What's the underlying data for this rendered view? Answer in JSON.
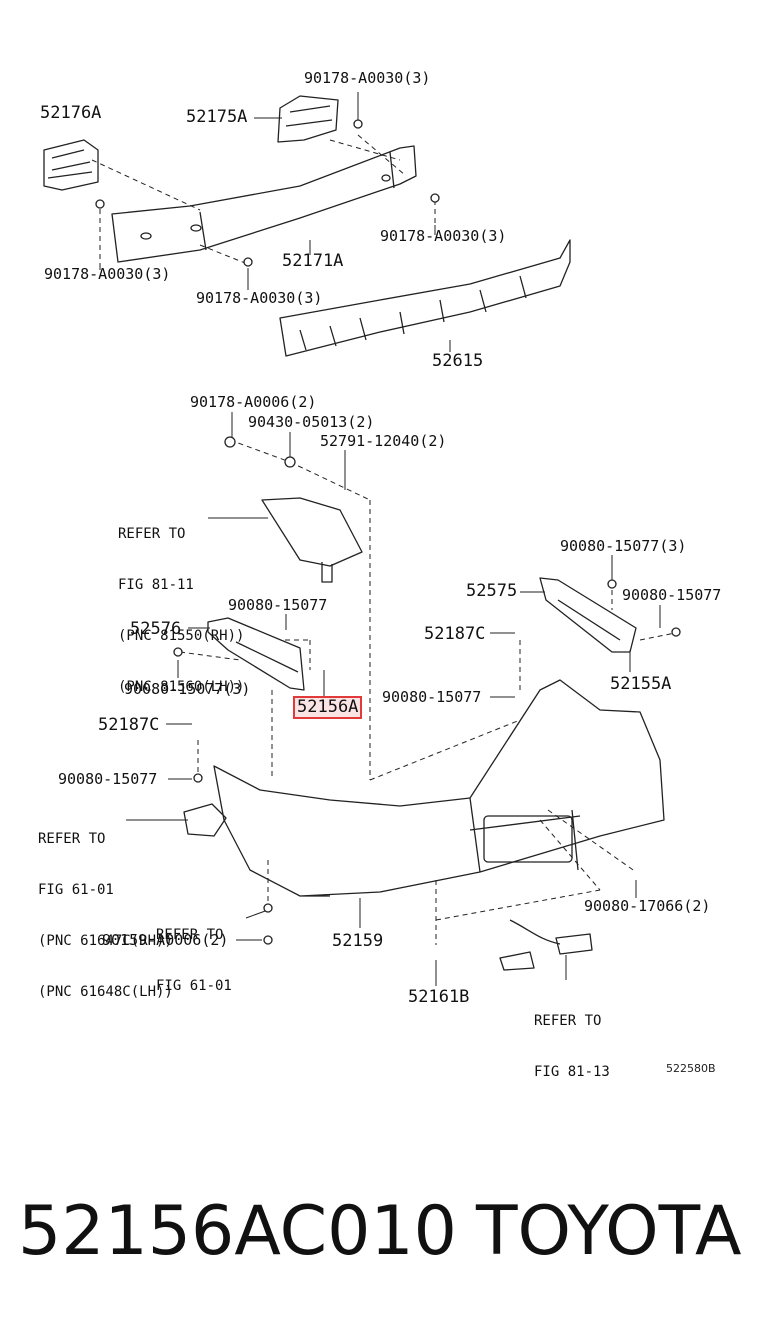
{
  "labels": {
    "p52176A": "52176A",
    "p52175A": "52175A",
    "p90178_A0030_top": "90178-A0030(3)",
    "p90178_A0030_right": "90178-A0030(3)",
    "p90178_A0030_left": "90178-A0030(3)",
    "p90178_A0030_mid": "90178-A0030(3)",
    "p52171A": "52171A",
    "p52615": "52615",
    "p90178_A0006": "90178-A0006(2)",
    "p90430_05013": "90430-05013(2)",
    "p52791_12040": "52791-12040(2)",
    "p90080_15077_3a": "90080-15077(3)",
    "p52575": "52575",
    "p90080_15077_r": "90080-15077",
    "p90080_15077_a": "90080-15077",
    "p52576": "52576",
    "p52187C_r": "52187C",
    "p52155A": "52155A",
    "p90080_15077_3b": "90080-15077(3)",
    "p52156A": "52156A",
    "p90080_15077_c": "90080-15077",
    "p52187C_l": "52187C",
    "p90080_15077_l": "90080-15077",
    "p90080_17066": "90080-17066(2)",
    "p52159": "52159",
    "p90159_A0006": "90159-A0006(2)",
    "p52161B": "52161B"
  },
  "refs": {
    "lamp": [
      "REFER TO",
      "FIG 81-11",
      "(PNC 81550(RH))",
      "(PNC 81560(LH))"
    ],
    "reflector": [
      "REFER TO",
      "FIG 61-01",
      "(PNC 61647C(RH))",
      "(PNC 61648C(LH))"
    ],
    "clip": [
      "REFER TO",
      "FIG 61-01"
    ],
    "license": [
      "REFER TO",
      "FIG 81-13"
    ]
  },
  "diagram_code": "522580B",
  "footer": {
    "part_number": "52156AC010",
    "brand": "TOYOTA"
  },
  "colors": {
    "highlight_border": "#e23a3a",
    "highlight_fill": "#fbe4e4"
  }
}
